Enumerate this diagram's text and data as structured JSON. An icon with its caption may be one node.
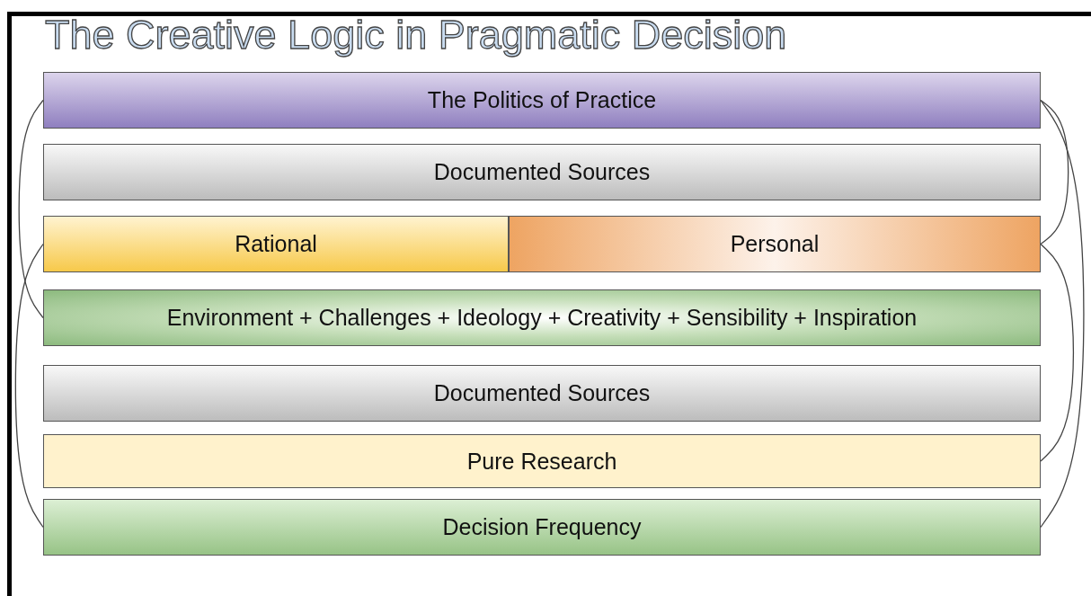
{
  "diagram": {
    "title": "The Creative Logic in Pragmatic Decision",
    "nodes": [
      {
        "text": [
          "The Politics of Practice"
        ]
      },
      {
        "text": [
          "Documented Sources"
        ]
      },
      {
        "text": [
          "Rational"
        ]
      },
      {
        "text": [
          "Personal"
        ]
      },
      {
        "text": [
          "Environment + Challenges + Ideology + Creativity + Sensibility + Inspiration"
        ]
      },
      {
        "text": [
          "Documented Sources"
        ]
      },
      {
        "text": [
          "Pure Research"
        ]
      },
      {
        "text": [
          "Decision Frequency"
        ]
      }
    ],
    "edges": [
      {
        "from": 0,
        "to": 4,
        "arrow": "none"
      },
      {
        "from": 2,
        "to": 7,
        "arrow": "none"
      },
      {
        "from": 0,
        "to": 3,
        "arrow": "none"
      },
      {
        "from": 0,
        "to": 7,
        "arrow": "none"
      },
      {
        "from": 3,
        "to": 6,
        "arrow": "none"
      }
    ]
  }
}
